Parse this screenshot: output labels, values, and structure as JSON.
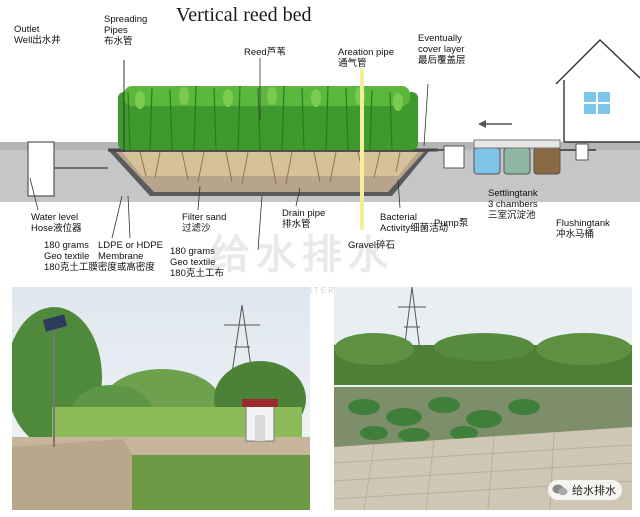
{
  "diagram": {
    "title": "Vertical reed bed",
    "labels": {
      "outlet_well": [
        "Outlet",
        "Well出水井"
      ],
      "spreading_pipes": [
        "Spreading",
        "Pipes",
        "布水管"
      ],
      "reed": "Reed芦苇",
      "aeration_pipe": [
        "Areation pipe",
        "通气管"
      ],
      "cover_layer": [
        "Eventually",
        "cover layer",
        "最后覆盖层"
      ],
      "water_level_hose": [
        "Water level",
        "Hose液位器"
      ],
      "ldpe_membrane": [
        "LDPE or HDPE",
        "Membrane"
      ],
      "geo_textile_1": [
        "180 grams",
        "Geo textile",
        "180克土工膜密度或高密度"
      ],
      "filter_sand": [
        "Filter sand",
        "过滤沙"
      ],
      "geo_textile_2": [
        "180 grams",
        "Geo textile",
        "180克土工布"
      ],
      "drain_pipe": [
        "Drain pipe",
        "排水管"
      ],
      "gravel": "Gravel碎石",
      "bacterial_activity": [
        "Bacterial",
        "Activity细菌活动"
      ],
      "pump": "Pump泵",
      "settling_tank": [
        "Settlingtank",
        "3 chambers",
        "三室沉淀池"
      ],
      "flushing_tank": [
        "Flushingtank",
        "冲水马桶"
      ]
    },
    "watermark": "给水排水",
    "watermark_sub": "WATER & WASTEWATER ENGINEERING"
  },
  "photos": {
    "badge_text": "给水排水"
  }
}
